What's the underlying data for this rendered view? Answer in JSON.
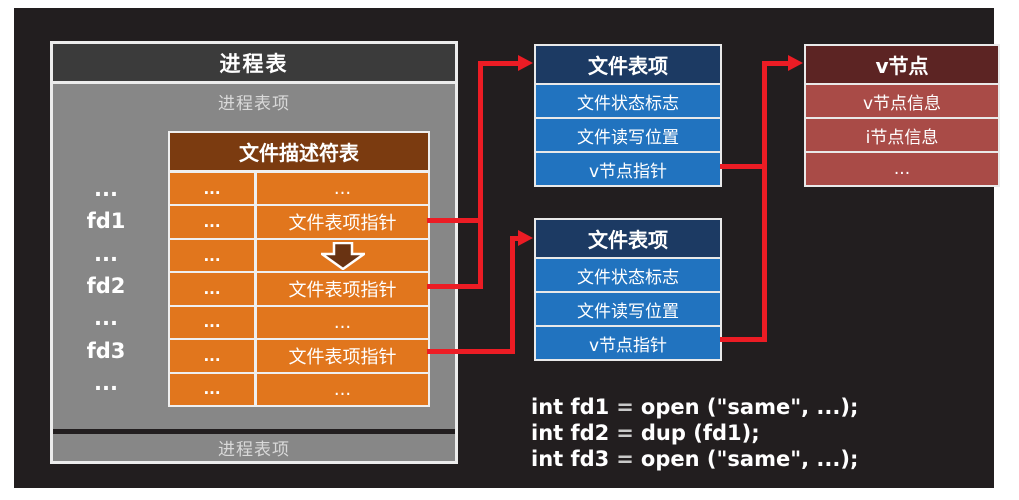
{
  "colors": {
    "panel_background": "#221e1f",
    "process_gray": "#878787",
    "process_header_dark": "#3b3b3b",
    "descriptor_orange": "#e1761d",
    "descriptor_header_brown": "#7b3b10",
    "file_entry_blue": "#2173bf",
    "file_entry_header_navy": "#1c3a63",
    "vnode_red": "#a94b47",
    "vnode_header_maroon": "#5c2423",
    "arrow_red": "#ec1c24"
  },
  "process_table": {
    "title": "进程表",
    "entry_label_top": "进程表项",
    "entry_label_bottom": "进程表项",
    "fd_labels": [
      "...",
      "fd1",
      "...",
      "fd2",
      "...",
      "fd3",
      "..."
    ],
    "descriptor_table": {
      "title": "文件描述符表",
      "rows": [
        {
          "col1": "...",
          "col2": "..."
        },
        {
          "col1": "...",
          "col2": "文件表项指针"
        },
        {
          "col1": "...",
          "col2_icon": "down-arrow-icon"
        },
        {
          "col1": "...",
          "col2": "文件表项指针"
        },
        {
          "col1": "...",
          "col2": "..."
        },
        {
          "col1": "...",
          "col2": "文件表项指针"
        },
        {
          "col1": "...",
          "col2": "..."
        }
      ]
    }
  },
  "file_table_entries": [
    {
      "title": "文件表项",
      "rows": [
        "文件状态标志",
        "文件读写位置",
        "v节点指针"
      ]
    },
    {
      "title": "文件表项",
      "rows": [
        "文件状态标志",
        "文件读写位置",
        "v节点指针"
      ]
    }
  ],
  "vnode": {
    "title": "v节点",
    "rows": [
      "v节点信息",
      "i节点信息",
      "..."
    ]
  },
  "code": {
    "lines": [
      {
        "lhs": "int fd1",
        "eq": "=",
        "rhs": "open (\"same\", ...);"
      },
      {
        "lhs": "int fd2",
        "eq": "=",
        "rhs": "dup (fd1);"
      },
      {
        "lhs": "int fd3",
        "eq": "=",
        "rhs": "open (\"same\", ...);"
      }
    ]
  }
}
